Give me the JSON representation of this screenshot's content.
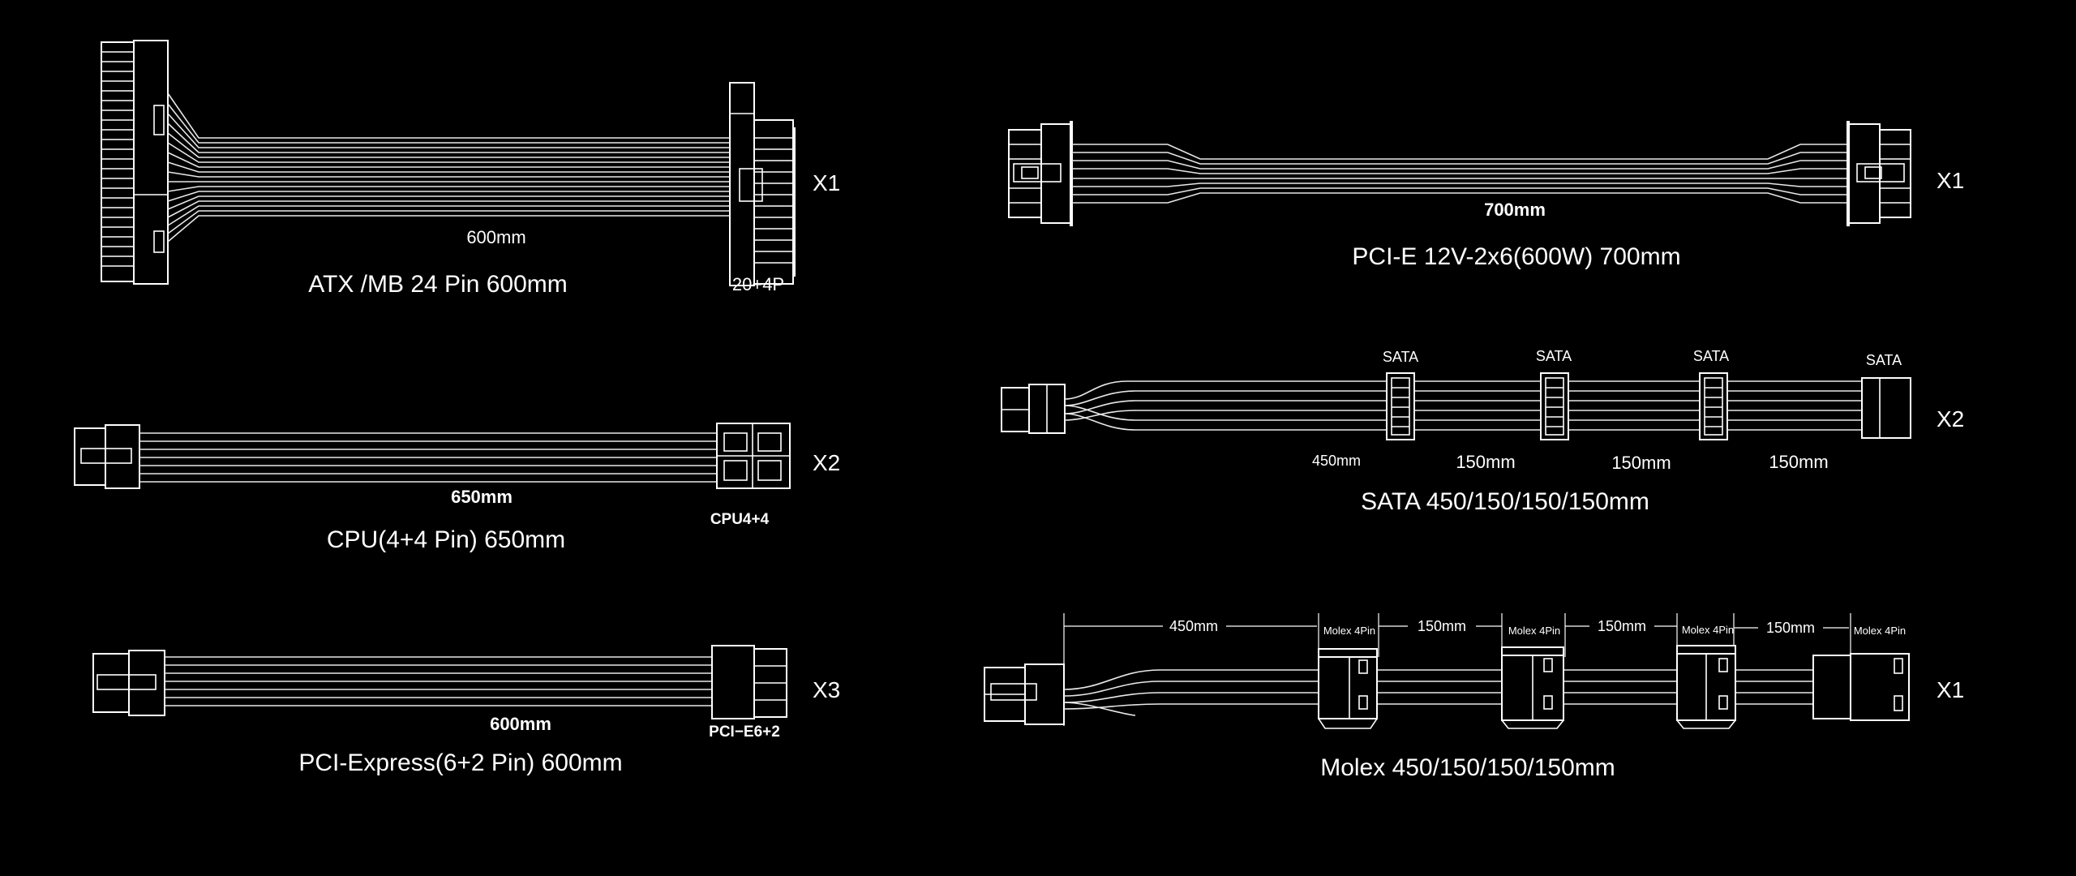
{
  "colors": {
    "background": "#000000",
    "line": "#ffffff"
  },
  "cables": [
    {
      "title": "ATX /MB 24 Pin 600mm",
      "length": "600mm",
      "qty": "X1",
      "connector": "20+4P"
    },
    {
      "title": "CPU(4+4 Pin) 650mm",
      "length": "650mm",
      "qty": "X2",
      "connector": "CPU4+4"
    },
    {
      "title": "PCI-Express(6+2 Pin) 600mm",
      "length": "600mm",
      "qty": "X3",
      "connector": "PCI−E6+2"
    },
    {
      "title": "PCI-E 12V-2x6(600W) 700mm",
      "length": "700mm",
      "qty": "X1"
    },
    {
      "title": "SATA 450/150/150/150mm",
      "qty": "X2",
      "connector": "SATA",
      "segments": [
        "450mm",
        "150mm",
        "150mm",
        "150mm"
      ]
    },
    {
      "title": "Molex 450/150/150/150mm",
      "qty": "X1",
      "connector": "Molex 4Pin",
      "segments": [
        "450mm",
        "150mm",
        "150mm",
        "150mm"
      ]
    }
  ]
}
